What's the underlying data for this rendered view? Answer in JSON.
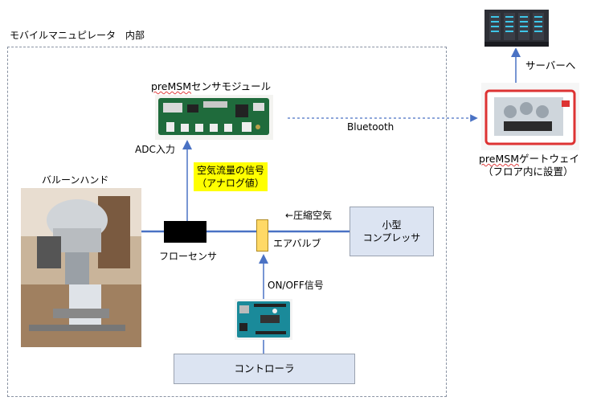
{
  "title": "モバイルマニュピレータ　内部",
  "sensor_module": {
    "label_prefix": "preMSM",
    "label_suffix": "センサモジュール"
  },
  "adc_label": "ADC入力",
  "signal_note": {
    "line1": "空気流量の信号",
    "line2": "（アナログ値）"
  },
  "balloon_hand_label": "バルーンハンド",
  "flow_sensor_label": "フローセンサ",
  "air_valve_label": "エアバルブ",
  "compressed_air_label": "←圧縮空気",
  "compressor": {
    "line1": "小型",
    "line2": "コンプレッサ"
  },
  "onoff_label": "ON/OFF信号",
  "controller_label": "コントローラ",
  "bluetooth_label": "Bluetooth",
  "gateway": {
    "label_prefix": "preMSM",
    "label_suffix": "ゲートウェイ",
    "line2": "（フロア内に設置）"
  },
  "server_label": "サーバーへ",
  "colors": {
    "wire": "#4a72c4",
    "box_fill": "#dce4f2",
    "valve": "#ffd966",
    "note": "#ffff00"
  }
}
